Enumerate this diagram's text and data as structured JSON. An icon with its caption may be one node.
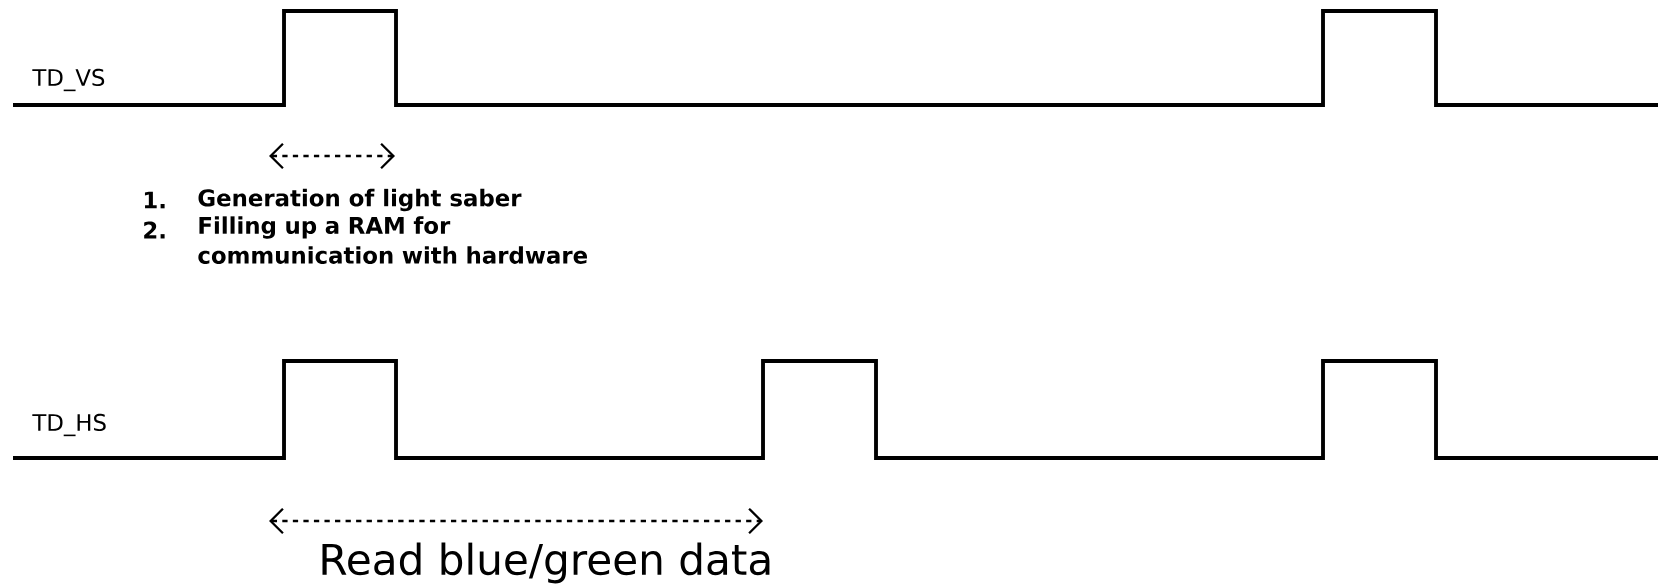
{
  "diagram": {
    "labels": [
      "TD_VS",
      "1.",
      "Generation of light saber",
      "2.",
      "Filling up a RAM for communication with hardware",
      "TD_HS",
      "Read blue/green data"
    ]
  }
}
